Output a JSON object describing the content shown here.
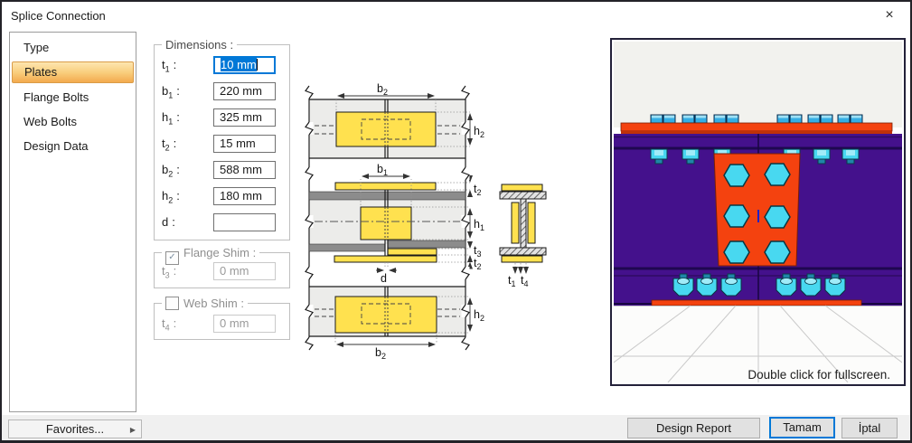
{
  "window": {
    "title": "Splice Connection"
  },
  "icons": {
    "close": "×",
    "favorites_arrow": "▶",
    "checkbox_check": "✓"
  },
  "sidebar": {
    "items": [
      {
        "label": "Type",
        "selected": false
      },
      {
        "label": "Plates",
        "selected": true
      },
      {
        "label": "Flange Bolts",
        "selected": false
      },
      {
        "label": "Web Bolts",
        "selected": false
      },
      {
        "label": "Design Data",
        "selected": false
      }
    ]
  },
  "dimensions": {
    "legend": "Dimensions :",
    "fields": [
      {
        "label": "t",
        "sub": "1",
        "colon": ":",
        "value": "10 mm",
        "state": "focused"
      },
      {
        "label": "b",
        "sub": "1",
        "colon": ":",
        "value": "220 mm",
        "state": "normal"
      },
      {
        "label": "h",
        "sub": "1",
        "colon": ":",
        "value": "325 mm",
        "state": "normal"
      },
      {
        "label": "t",
        "sub": "2",
        "colon": ":",
        "value": "15 mm",
        "state": "normal"
      },
      {
        "label": "b",
        "sub": "2",
        "colon": ":",
        "value": "588 mm",
        "state": "normal"
      },
      {
        "label": "h",
        "sub": "2",
        "colon": ":",
        "value": "180 mm",
        "state": "normal"
      },
      {
        "label": "d",
        "sub": "",
        "colon": ":",
        "value": "",
        "state": "normal"
      }
    ]
  },
  "flange_shim": {
    "legend": "Flange Shim :",
    "checked": true,
    "field": {
      "label": "t",
      "sub": "3",
      "colon": ":",
      "value": "0 mm",
      "disabled": true
    }
  },
  "web_shim": {
    "legend": "Web Shim :",
    "checked": false,
    "field": {
      "label": "t",
      "sub": "4",
      "colon": ":",
      "value": "0 mm",
      "disabled": true
    }
  },
  "diagram": {
    "labels": {
      "b2": {
        "main": "b",
        "sub": "2"
      },
      "b1": {
        "main": "b",
        "sub": "1"
      },
      "h1": {
        "main": "h",
        "sub": "1"
      },
      "h2": {
        "main": "h",
        "sub": "2"
      },
      "t2": {
        "main": "t",
        "sub": "2"
      },
      "t3": {
        "main": "t",
        "sub": "3"
      },
      "t1": {
        "main": "t",
        "sub": "1"
      },
      "t4": {
        "main": "t",
        "sub": "4"
      },
      "d": {
        "main": "d",
        "sub": ""
      }
    }
  },
  "preview": {
    "hint": "Double click for fullscreen."
  },
  "footer": {
    "favorites": "Favorites...",
    "design_report": "Design Report",
    "ok": "Tamam",
    "cancel": "İptal"
  },
  "colors": {
    "accent": "#0078D7",
    "selection_orange": "#F3AA4E",
    "beam_purple": "#44118C",
    "plate_red": "#F4420F",
    "bolt_cyan": "#48D8F0",
    "plate_yellow": "#FFE14F"
  }
}
